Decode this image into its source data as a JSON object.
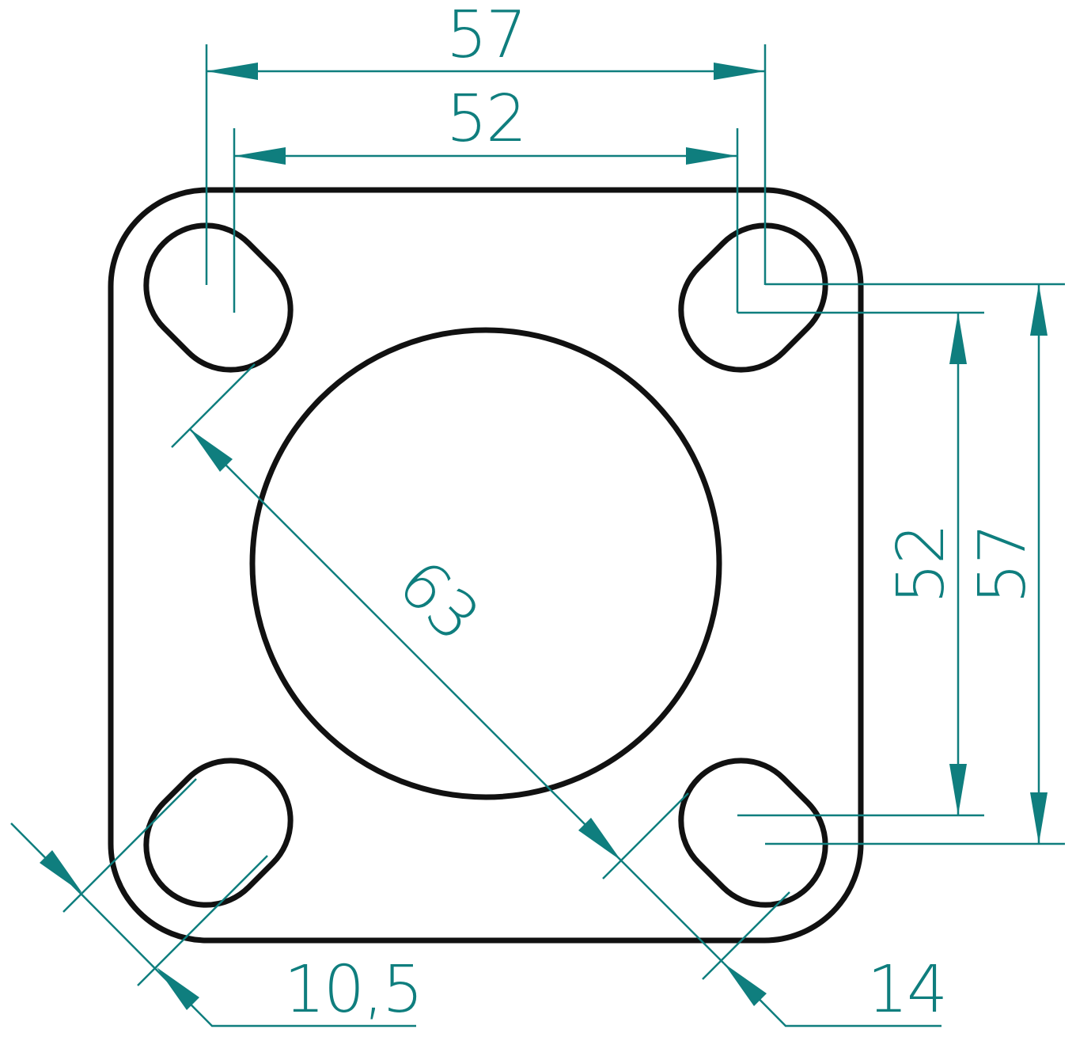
{
  "colors": {
    "part_outline": "#111111",
    "dimension": "#0f7e7e",
    "background": "#ffffff"
  },
  "dimensions": {
    "top_outer": "57",
    "top_inner": "52",
    "right_inner": "52",
    "right_outer": "57",
    "center_bore": "63",
    "slot_width": "10,5",
    "slot_length": "14"
  }
}
